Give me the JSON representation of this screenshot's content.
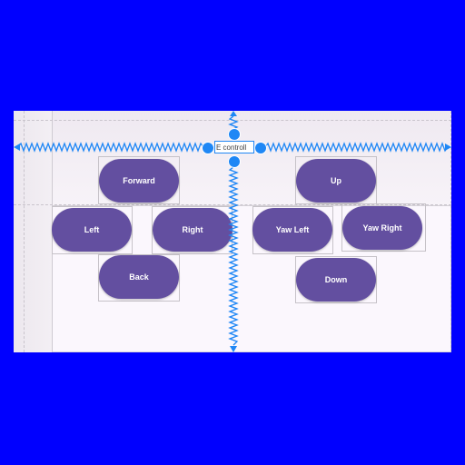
{
  "layout_editor": {
    "selected_component_label": "E controll"
  },
  "controls": {
    "movement": {
      "forward": "Forward",
      "left": "Left",
      "right": "Right",
      "back": "Back"
    },
    "altitude": {
      "up": "Up",
      "yaw_left": "Yaw Left",
      "yaw_right": "Yaw Right",
      "down": "Down"
    }
  },
  "colors": {
    "background": "#0000ff",
    "canvas": "#fbf7fd",
    "button": "#634fa0",
    "constraint": "#1f87f5"
  }
}
